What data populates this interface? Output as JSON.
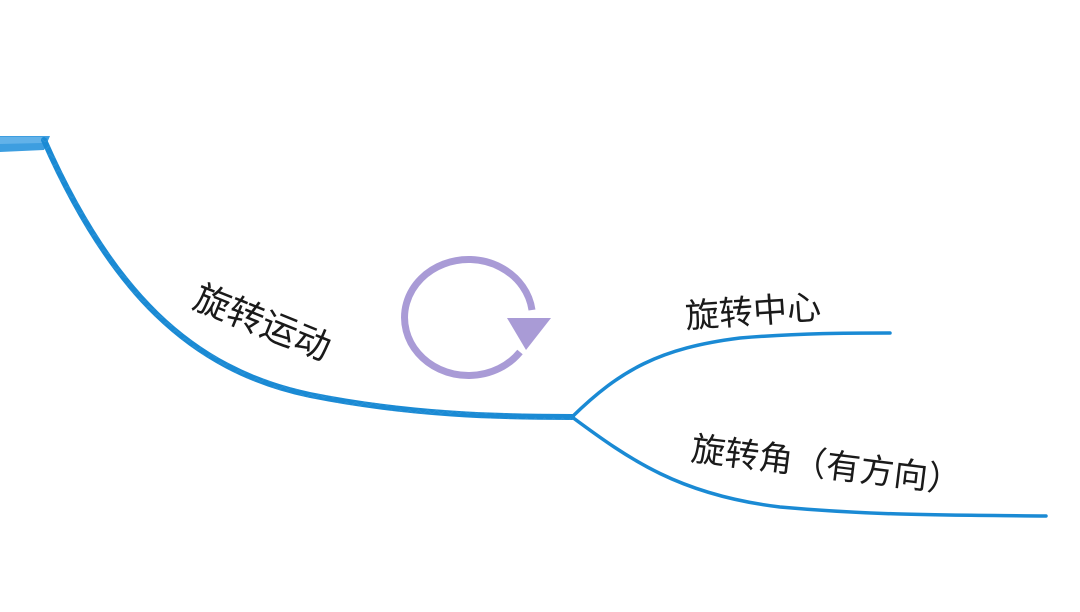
{
  "mindmap": {
    "main_branch": {
      "label": "旋转运动",
      "color": "#1a8ad4"
    },
    "sub_branches": [
      {
        "label": "旋转中心",
        "color": "#1a8ad4"
      },
      {
        "label": "旋转角（有方向）",
        "color": "#1a8ad4"
      }
    ],
    "icon": {
      "name": "rotate-clockwise-icon",
      "color": "#a99bd6"
    }
  }
}
